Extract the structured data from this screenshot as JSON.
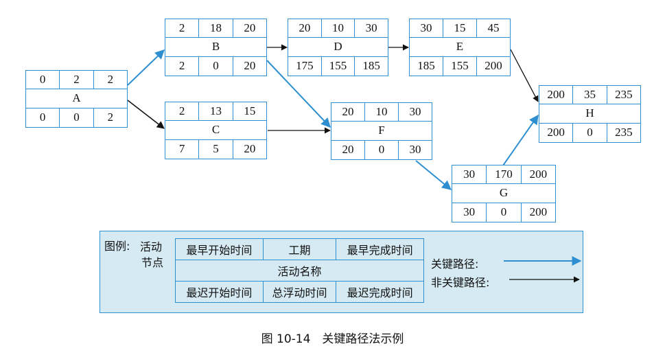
{
  "nodes": {
    "A": {
      "es": "0",
      "dur": "2",
      "ef": "2",
      "name": "A",
      "ls": "0",
      "tf": "0",
      "lf": "2"
    },
    "B": {
      "es": "2",
      "dur": "18",
      "ef": "20",
      "name": "B",
      "ls": "2",
      "tf": "0",
      "lf": "20"
    },
    "C": {
      "es": "2",
      "dur": "13",
      "ef": "15",
      "name": "C",
      "ls": "7",
      "tf": "5",
      "lf": "20"
    },
    "D": {
      "es": "20",
      "dur": "10",
      "ef": "30",
      "name": "D",
      "ls": "175",
      "tf": "155",
      "lf": "185"
    },
    "E": {
      "es": "30",
      "dur": "15",
      "ef": "45",
      "name": "E",
      "ls": "185",
      "tf": "155",
      "lf": "200"
    },
    "F": {
      "es": "20",
      "dur": "10",
      "ef": "30",
      "name": "F",
      "ls": "20",
      "tf": "0",
      "lf": "30"
    },
    "G": {
      "es": "30",
      "dur": "170",
      "ef": "200",
      "name": "G",
      "ls": "30",
      "tf": "0",
      "lf": "200"
    },
    "H": {
      "es": "200",
      "dur": "35",
      "ef": "235",
      "name": "H",
      "ls": "200",
      "tf": "0",
      "lf": "235"
    }
  },
  "edges": [
    {
      "from": "A",
      "to": "B",
      "critical": true
    },
    {
      "from": "A",
      "to": "C",
      "critical": false
    },
    {
      "from": "B",
      "to": "D",
      "critical": false
    },
    {
      "from": "B",
      "to": "F",
      "critical": true
    },
    {
      "from": "C",
      "to": "F",
      "critical": false
    },
    {
      "from": "D",
      "to": "E",
      "critical": false
    },
    {
      "from": "E",
      "to": "H",
      "critical": false
    },
    {
      "from": "F",
      "to": "G",
      "critical": true
    },
    {
      "from": "G",
      "to": "H",
      "critical": true
    }
  ],
  "legend": {
    "title": "图例:",
    "node_label_1": "活动",
    "node_label_2": "节点",
    "es": "最早开始时间",
    "dur": "工期",
    "ef": "最早完成时间",
    "name": "活动名称",
    "ls": "最迟开始时间",
    "tf": "总浮动时间",
    "lf": "最迟完成时间",
    "critical": "关键路径:",
    "non_critical": "非关键路径:"
  },
  "caption": "图 10-14　关键路径法示例",
  "colors": {
    "critical": "#2d8fd0",
    "non_critical": "#111111",
    "border": "#2d8fd0",
    "legend_bg": "#d6eaf3"
  }
}
